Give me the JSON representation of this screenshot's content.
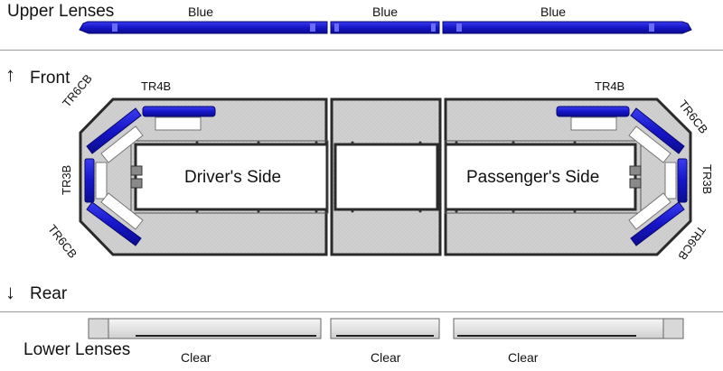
{
  "sections": {
    "upper_title": "Upper Lenses",
    "lower_title": "Lower Lenses",
    "front_label": "Front",
    "rear_label": "Rear"
  },
  "upper_lenses": [
    {
      "color": "Blue",
      "hex": "#1a1ad6"
    },
    {
      "color": "Blue",
      "hex": "#1a1ad6"
    },
    {
      "color": "Blue",
      "hex": "#1a1ad6"
    }
  ],
  "lower_lenses": [
    {
      "color": "Clear",
      "hex": "#e6e6e6"
    },
    {
      "color": "Clear",
      "hex": "#e6e6e6"
    },
    {
      "color": "Clear",
      "hex": "#e6e6e6"
    }
  ],
  "sides": {
    "driver": "Driver's Side",
    "passenger": "Passenger's Side"
  },
  "modules": {
    "driver_top": "TR4B",
    "driver_corner_top": "TR6CB",
    "driver_end": "TR3B",
    "driver_corner_bottom": "TR6CB",
    "passenger_top": "TR4B",
    "passenger_corner_top": "TR6CB",
    "passenger_end": "TR3B",
    "passenger_corner_bottom": "TR6CB"
  },
  "colors": {
    "light_blue": "#1a1ad6",
    "housing_fill": "#cfcfcf",
    "frame": "#2a2a2a",
    "divider": "#9a9a9a"
  }
}
